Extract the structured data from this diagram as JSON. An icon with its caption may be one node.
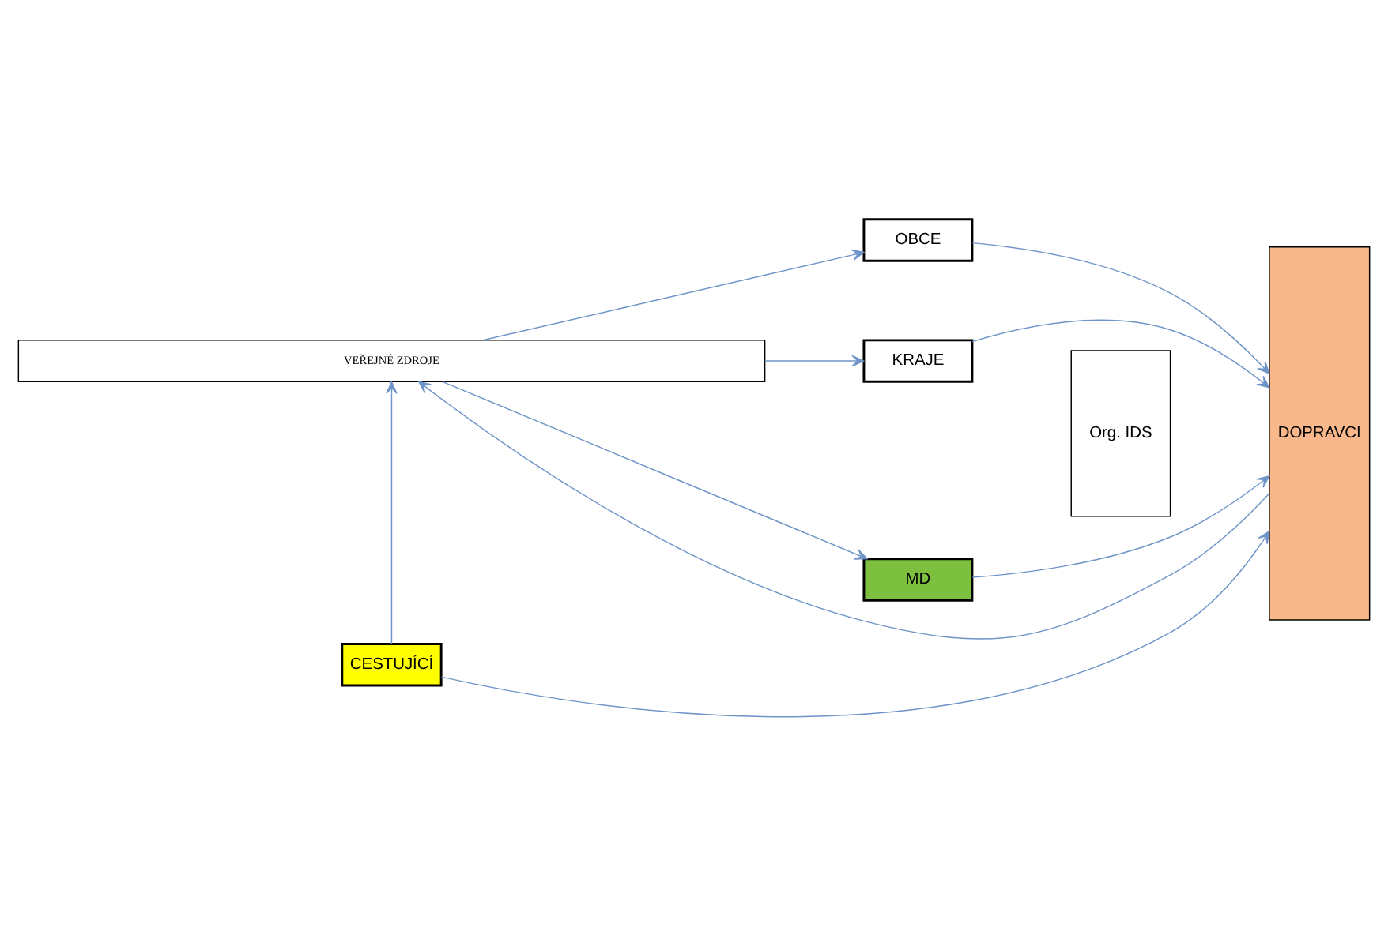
{
  "diagram": {
    "nodes": [
      {
        "text": [
          "VEŘEJNÉ ZDROJE"
        ]
      },
      {
        "text": [
          "MD"
        ]
      },
      {
        "text": [
          "KRAJE"
        ]
      },
      {
        "text": [
          "Org. IDS"
        ]
      },
      {
        "text": [
          "OBCE"
        ]
      },
      {
        "text": [
          "DOPRAVCI"
        ]
      },
      {
        "text": [
          "CESTUJÍCÍ"
        ]
      }
    ],
    "edges": [
      {
        "from": 0,
        "to": 1,
        "arrow": "to"
      },
      {
        "from": 0,
        "to": 2,
        "arrow": "to"
      },
      {
        "from": 0,
        "to": 4,
        "arrow": "to"
      },
      {
        "from": 1,
        "to": 5,
        "arrow": "to"
      },
      {
        "from": 2,
        "to": 5,
        "arrow": "to"
      },
      {
        "from": 4,
        "to": 5,
        "arrow": "to"
      },
      {
        "from": 6,
        "to": 5,
        "arrow": "to"
      },
      {
        "from": 6,
        "to": 0,
        "arrow": "to"
      },
      {
        "from": 5,
        "to": 0,
        "arrow": "to"
      }
    ]
  }
}
